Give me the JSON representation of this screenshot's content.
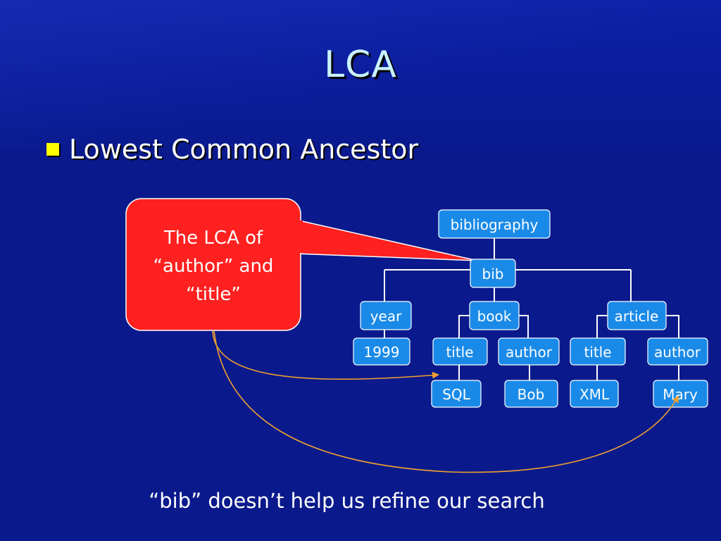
{
  "slide": {
    "title": "LCA",
    "bullet": "Lowest Common Ancestor",
    "callout": [
      "The LCA of",
      "“author” and",
      "“title”"
    ],
    "footer": "“bib” doesn’t help us refine our search"
  },
  "tree": {
    "bibliography": "bibliography",
    "bib": "bib",
    "year": "year",
    "book": "book",
    "article": "article",
    "year_value": "1999",
    "book_title": "title",
    "book_author": "author",
    "article_title": "title",
    "article_author": "author",
    "book_title_value": "SQL",
    "book_author_value": "Bob",
    "article_title_value": "XML",
    "article_author_value": "Mary"
  },
  "colors": {
    "background": "#0a1a8c",
    "node": "#1a8ae8",
    "callout": "#ff2020",
    "bullet": "#ffff00",
    "arrow": "#f0a030"
  }
}
